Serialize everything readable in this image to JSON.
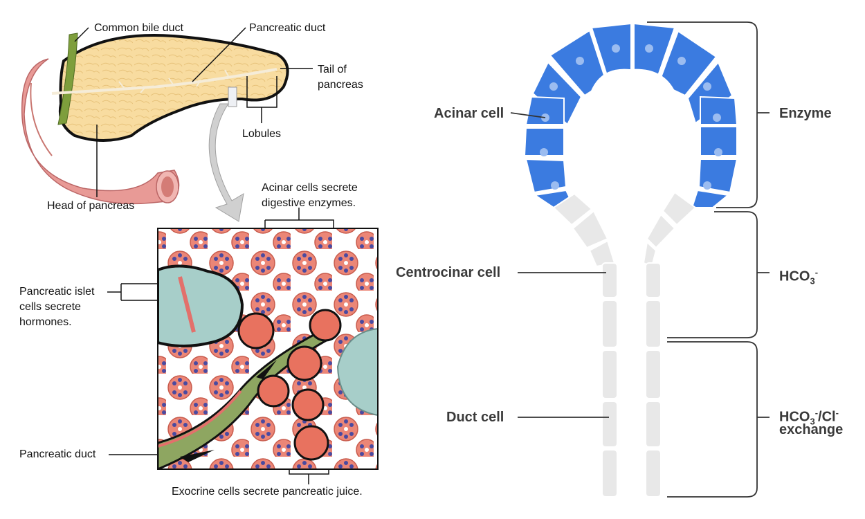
{
  "left": {
    "labels": {
      "common_bile_duct": "Common bile duct",
      "pancreatic_duct_top": "Pancreatic duct",
      "tail_line1": "Tail of",
      "tail_line2": "pancreas",
      "lobules": "Lobules",
      "head_of_pancreas": "Head of pancreas",
      "acinar_line1": "Acinar cells secrete",
      "acinar_line2": "digestive enzymes.",
      "islet_line1": "Pancreatic islet",
      "islet_line2": "cells secrete",
      "islet_line3": "hormones.",
      "pancreatic_duct_bottom": "Pancreatic duct",
      "exocrine": "Exocrine cells secrete pancreatic juice."
    }
  },
  "right": {
    "labels": {
      "acinar_cell": "Acinar cell",
      "centrocinar_cell": "Centrocinar cell",
      "duct_cell": "Duct cell",
      "enzyme": "Enzyme",
      "hco3_base": "HCO",
      "hco3_sub": "3",
      "hco3_sup": "-",
      "exch_hco": "HCO",
      "exch_sub": "3",
      "exch_sup1": "-",
      "exch_cl": "/Cl",
      "exch_sup2": "-",
      "exchange": "exchange"
    }
  },
  "colors": {
    "acinar_blue": "#3b7be0",
    "duct_gray": "#e8e8e8",
    "pancreas_yellow": "#f8dca0",
    "acinus_red": "#e8725f",
    "islet_teal": "#a7cec9",
    "duct_green": "#8ea661",
    "intestine_pink": "#e89a96"
  }
}
